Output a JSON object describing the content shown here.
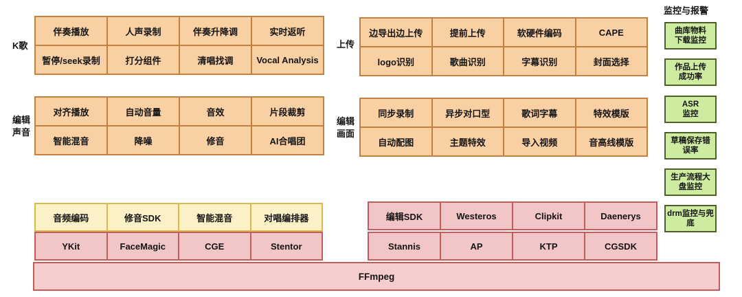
{
  "feature_groups": [
    {
      "label": "K歌",
      "rows": [
        [
          "伴奏播放",
          "人声录制",
          "伴奏升降调",
          "实时返听"
        ],
        [
          "暂停/seek录制",
          "打分组件",
          "清唱找调",
          "Vocal Analysis"
        ]
      ]
    },
    {
      "label": "上传",
      "rows": [
        [
          "边导出边上传",
          "提前上传",
          "软硬件编码",
          "CAPE"
        ],
        [
          "logo识别",
          "歌曲识别",
          "字幕识别",
          "封面选择"
        ]
      ]
    },
    {
      "label": "编辑\n声音",
      "rows": [
        [
          "对齐播放",
          "自动音量",
          "音效",
          "片段裁剪"
        ],
        [
          "智能混音",
          "降噪",
          "修音",
          "AI合唱团"
        ]
      ]
    },
    {
      "label": "编辑\n画面",
      "rows": [
        [
          "同步录制",
          "异步对口型",
          "歌词字幕",
          "特效模版"
        ],
        [
          "自动配图",
          "主题特效",
          "导入视频",
          "音高线模版"
        ]
      ]
    }
  ],
  "monitoring": {
    "title": "监控与报警",
    "items": [
      "曲库物料\n下载监控",
      "作品上传\n成功率",
      "ASR\n监控",
      "草稿保存错\n误率",
      "生产流程大\n盘监控",
      "drm监控与兜\n底"
    ]
  },
  "sdk_left": {
    "top_row": [
      "音频编码",
      "修音SDK",
      "智能混音",
      "对唱编排器"
    ],
    "bottom_row": [
      "YKit",
      "FaceMagic",
      "CGE",
      "Stentor"
    ]
  },
  "sdk_right": {
    "top_row": [
      "编辑SDK",
      "Westeros",
      "Clipkit",
      "Daenerys"
    ],
    "bottom_row": [
      "Stannis",
      "AP",
      "KTP",
      "CGSDK"
    ]
  },
  "foundation_label": "FFmpeg",
  "colors": {
    "orange_fill": "#f8d0a3",
    "orange_border": "#c4813e",
    "yellow_fill": "#fbf1c6",
    "yellow_border": "#d9b850",
    "pink_fill": "#f2c6c6",
    "pink_border": "#c45b5b",
    "green_fill": "#ceec9f",
    "green_border": "#4f5d2b"
  }
}
